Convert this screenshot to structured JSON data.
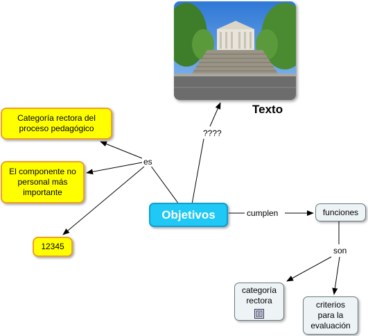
{
  "image": {
    "caption": "Texto"
  },
  "nodes": {
    "main": "Objetivos",
    "categoria_rectora_proceso": "Categoría rectora del proceso pedagógico",
    "componente": "El componente no personal más importante",
    "number": "12345",
    "funciones": "funciones",
    "categoria_rectora": "categoría rectora",
    "criterios": "criterios para la evaluación"
  },
  "link_labels": {
    "es": "es",
    "unknown": "????",
    "cumplen": "cumplen",
    "son": "son"
  },
  "colors": {
    "main_fill": "#1fc8f5",
    "yellow_fill": "#ffff00",
    "yellow_border": "#f0a020",
    "light_fill": "#eef4f6"
  },
  "icons": [
    "resource-icon"
  ]
}
